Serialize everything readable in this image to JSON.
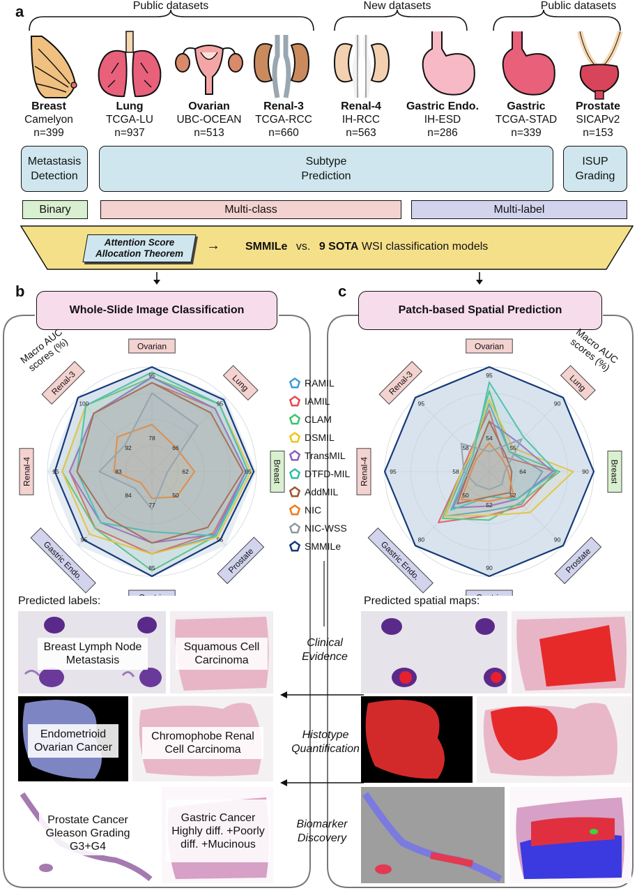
{
  "panels": {
    "a": "a",
    "b": "b",
    "c": "c"
  },
  "groups": {
    "public1": "Public datasets",
    "new": "New datasets",
    "public2": "Public datasets"
  },
  "datasets": [
    {
      "organ": "Breast",
      "source": "Camelyon",
      "n": "n=399"
    },
    {
      "organ": "Lung",
      "source": "TCGA-LU",
      "n": "n=937"
    },
    {
      "organ": "Ovarian",
      "source": "UBC-OCEAN",
      "n": "n=513"
    },
    {
      "organ": "Renal-3",
      "source": "TCGA-RCC",
      "n": "n=660"
    },
    {
      "organ": "Renal-4",
      "source": "IH-RCC",
      "n": "n=563"
    },
    {
      "organ": "Gastric Endo.",
      "source": "IH-ESD",
      "n": "n=286"
    },
    {
      "organ": "Gastric",
      "source": "TCGA-STAD",
      "n": "n=339"
    },
    {
      "organ": "Prostate",
      "source": "SICAPv2",
      "n": "n=153"
    }
  ],
  "tasks": {
    "metastasis": "Metastasis Detection",
    "subtype": "Subtype Prediction",
    "isup": "ISUP Grading"
  },
  "classes": {
    "binary": "Binary",
    "multiclass": "Multi-class",
    "multilabel": "Multi-label"
  },
  "banner": {
    "theorem": "Attention Score Allocation Theorem",
    "arrow": "→",
    "model": "SMMILe",
    "vs": "vs.",
    "count": "9 SOTA",
    "rest": "WSI classification models"
  },
  "titles": {
    "wsi": "Whole-Slide Image Classification",
    "patch": "Patch-based Spatial Prediction"
  },
  "axis_title": "Macro AUC scores (%)",
  "legend": [
    {
      "name": "RAMIL",
      "color": "#3b9bd8"
    },
    {
      "name": "IAMIL",
      "color": "#e8474a"
    },
    {
      "name": "CLAM",
      "color": "#3cc46a"
    },
    {
      "name": "DSMIL",
      "color": "#f2c516"
    },
    {
      "name": "TransMIL",
      "color": "#8c5ec0"
    },
    {
      "name": "DTFD-MIL",
      "color": "#2dbfa6"
    },
    {
      "name": "AddMIL",
      "color": "#a0522d"
    },
    {
      "name": "NIC",
      "color": "#f07a1a"
    },
    {
      "name": "NIC-WSS",
      "color": "#8a9aa0"
    },
    {
      "name": "SMMILe",
      "color": "#153a78"
    }
  ],
  "chart_data": [
    {
      "type": "radar",
      "axes": [
        "Ovarian",
        "Lung",
        "Breast",
        "Prostate",
        "Gastric",
        "Gastric Endo.",
        "Renal-4",
        "Renal-3"
      ],
      "axis_max_labels": [
        "95",
        "95",
        "95",
        "95",
        "85",
        "95",
        "95",
        "100"
      ],
      "axis_min_labels": [
        "78",
        "66",
        "62",
        "50",
        "77",
        "84",
        "83",
        "92"
      ],
      "ranges": [
        [
          78,
          95
        ],
        [
          66,
          95
        ],
        [
          62,
          95
        ],
        [
          50,
          95
        ],
        [
          77,
          85
        ],
        [
          84,
          95
        ],
        [
          83,
          95
        ],
        [
          92,
          100
        ]
      ],
      "series": [
        {
          "name": "RAMIL",
          "values": [
            93,
            90,
            91,
            88,
            83,
            92,
            92,
            98
          ]
        },
        {
          "name": "IAMIL",
          "values": [
            92,
            90,
            91,
            86,
            83,
            92,
            92,
            98
          ]
        },
        {
          "name": "CLAM",
          "values": [
            93,
            92,
            92,
            88,
            84.5,
            92,
            93,
            99
          ]
        },
        {
          "name": "DSMIL",
          "values": [
            94,
            92,
            93,
            89,
            83,
            93,
            93,
            99
          ]
        },
        {
          "name": "TransMIL",
          "values": [
            93,
            90,
            91,
            87,
            82,
            91,
            92,
            98
          ]
        },
        {
          "name": "DTFD-MIL",
          "values": [
            94,
            92,
            92,
            88,
            81,
            91,
            91,
            99
          ]
        },
        {
          "name": "AddMIL",
          "values": [
            92,
            88,
            90,
            82,
            82,
            90,
            91,
            98
          ]
        },
        {
          "name": "NIC",
          "values": [
            84,
            72,
            72,
            60,
            78,
            84,
            86,
            95
          ]
        },
        {
          "name": "NIC-WSS",
          "values": [
            90,
            82,
            62,
            50,
            79,
            85,
            88,
            94
          ]
        },
        {
          "name": "SMMILe",
          "values": [
            95,
            94,
            94,
            91,
            85,
            94,
            94,
            100
          ]
        }
      ]
    },
    {
      "type": "radar",
      "axes": [
        "Ovarian",
        "Lung",
        "Breast",
        "Prostate",
        "Gastric",
        "Gastric Endo.",
        "Renal-4",
        "Renal-3"
      ],
      "axis_max_labels": [
        "95",
        "90",
        "90",
        "90",
        "90",
        "80",
        "95",
        "95"
      ],
      "axis_min_labels": [
        "54",
        "55",
        "64",
        "52",
        "52",
        "50",
        "58",
        "58"
      ],
      "ranges": [
        [
          54,
          95
        ],
        [
          55,
          90
        ],
        [
          64,
          90
        ],
        [
          52,
          90
        ],
        [
          52,
          90
        ],
        [
          50,
          80
        ],
        [
          58,
          95
        ],
        [
          58,
          95
        ]
      ],
      "series": [
        {
          "name": "RAMIL",
          "values": [
            78,
            60,
            75,
            65,
            62,
            66,
            62,
            62
          ]
        },
        {
          "name": "IAMIL",
          "values": [
            75,
            57,
            79,
            66,
            64,
            69,
            63,
            63
          ]
        },
        {
          "name": "CLAM",
          "values": [
            84,
            60,
            80,
            64,
            66,
            67,
            63,
            62
          ]
        },
        {
          "name": "DSMIL",
          "values": [
            80,
            62,
            84,
            70,
            64,
            66,
            63,
            62
          ]
        },
        {
          "name": "TransMIL",
          "values": [
            70,
            65,
            78,
            62,
            60,
            62,
            60,
            60
          ]
        },
        {
          "name": "DTFD-MIL",
          "values": [
            88,
            68,
            79,
            62,
            56,
            63,
            61,
            61
          ]
        },
        {
          "name": "AddMIL",
          "values": [
            70,
            58,
            66,
            58,
            56,
            60,
            60,
            60
          ]
        },
        {
          "name": "NIC",
          "values": [
            60,
            56,
            65,
            60,
            58,
            58,
            59,
            59
          ]
        },
        {
          "name": "NIC-WSS",
          "values": [
            56,
            67,
            64,
            53,
            53,
            51,
            62,
            68
          ]
        },
        {
          "name": "SMMILe",
          "values": [
            95,
            90,
            90,
            90,
            90,
            80,
            95,
            95
          ]
        }
      ]
    }
  ],
  "predicted": {
    "labels_title": "Predicted labels:",
    "maps_title": "Predicted spatial maps:",
    "tiles": [
      "Breast Lymph Node Metastasis",
      "Squamous Cell Carcinoma",
      "Endometrioid Ovarian Cancer",
      "Chromophobe Renal Cell Carcinoma",
      "Prostate Cancer Gleason Grading G3+G4",
      "Gastric Cancer Highly diff. +Poorly diff. +Mucinous"
    ]
  },
  "middle": {
    "clinical": "Clinical Evidence",
    "histotype": "Histotype Quantification",
    "biomarker": "Biomarker Discovery"
  }
}
